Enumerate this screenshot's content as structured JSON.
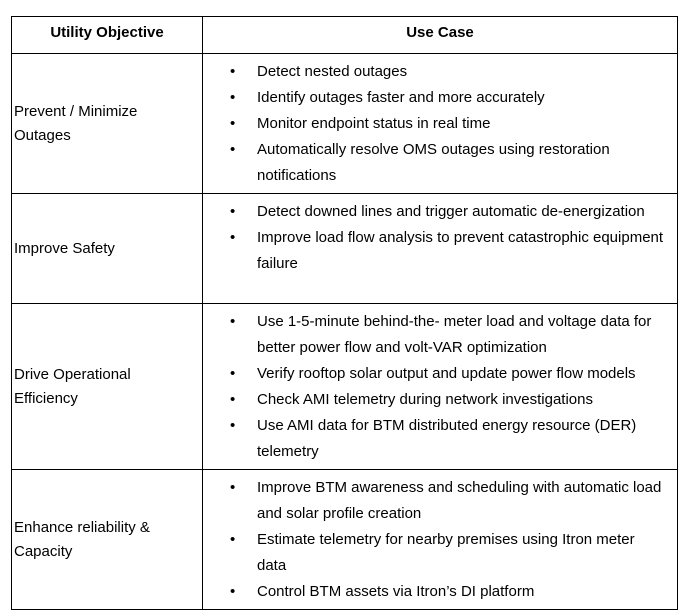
{
  "colors": {
    "background": "#ffffff",
    "text": "#000000",
    "border": "#000000"
  },
  "table": {
    "headers": [
      "Utility Objective",
      "Use Case"
    ],
    "rows": [
      {
        "objective": "Prevent / Minimize Outages",
        "use_cases": [
          "Detect nested outages",
          "Identify outages faster and more accurately",
          "Monitor endpoint status in real time",
          "Automatically resolve OMS outages using restoration notifications"
        ]
      },
      {
        "objective": "Improve Safety",
        "use_cases": [
          "Detect downed lines and trigger automatic de-energization",
          "Improve load flow analysis to prevent catastrophic equipment failure"
        ]
      },
      {
        "objective": "Drive Operational Efficiency",
        "use_cases": [
          "Use 1-5-minute behind-the- meter load and voltage data for better power flow and volt-VAR optimization",
          "Verify rooftop solar output and update power flow models",
          "Check AMI telemetry during network investigations",
          "Use AMI data for BTM distributed energy resource (DER) telemetry"
        ]
      },
      {
        "objective": "Enhance reliability & Capacity",
        "use_cases": [
          "Improve BTM awareness and scheduling with automatic load and solar profile creation",
          "Estimate telemetry for nearby premises using Itron meter data",
          "Control BTM assets via Itron’s DI platform"
        ]
      }
    ]
  }
}
